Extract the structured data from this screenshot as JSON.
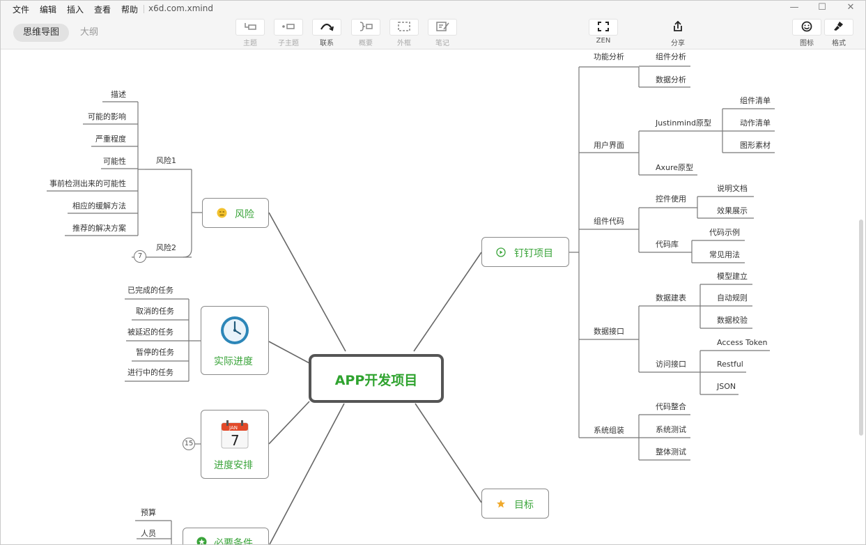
{
  "menu": {
    "items": [
      "文件",
      "编辑",
      "插入",
      "查看",
      "帮助"
    ],
    "file_name": "x6d.com.xmind"
  },
  "window_controls": {
    "minimize": "—",
    "maximize": "☐",
    "close": "✕"
  },
  "view_tabs": {
    "mindmap": "思维导图",
    "outline": "大纲"
  },
  "toolbar": {
    "topic": "主题",
    "subtopic": "子主题",
    "relation": "联系",
    "summary": "概要",
    "boundary": "外框",
    "note": "笔记",
    "zen": "ZEN",
    "share": "分享",
    "icon": "图标",
    "format": "格式"
  },
  "map": {
    "center": "APP开发项目",
    "risk": {
      "title": "风险",
      "risk1": "风险1",
      "risk1_children": [
        "描述",
        "可能的影响",
        "严重程度",
        "可能性",
        "事前检测出来的可能性",
        "相应的缓解方法",
        "推荐的解决方案"
      ],
      "risk2": "风险2",
      "risk2_badge": "7"
    },
    "progress": {
      "title": "实际进度",
      "children": [
        "已完成的任务",
        "取消的任务",
        "被延迟的任务",
        "暂停的任务",
        "进行中的任务"
      ]
    },
    "schedule": {
      "title": "进度安排",
      "badge": "15",
      "calendar_month": "JAN",
      "calendar_day": "7"
    },
    "requirements": {
      "title": "必要条件",
      "children": [
        "预算",
        "人员"
      ]
    },
    "goal": {
      "title": "目标"
    },
    "dingding": {
      "title": "钉钉项目",
      "func": {
        "label": "功能分析",
        "children": [
          "组件分析",
          "数据分析"
        ]
      },
      "ui": {
        "label": "用户界面",
        "justinmind": "Justinmind原型",
        "justinmind_children": [
          "组件清单",
          "动作清单",
          "图形素材"
        ],
        "axure": "Axure原型"
      },
      "component": {
        "label": "组件代码",
        "control": "控件使用",
        "control_children": [
          "说明文档",
          "效果展示"
        ],
        "library": "代码库",
        "library_children": [
          "代码示例",
          "常见用法"
        ]
      },
      "data_api": {
        "label": "数据接口",
        "modeling": "数据建表",
        "modeling_children": [
          "模型建立",
          "自动规则",
          "数据校验"
        ],
        "access": "访问接口",
        "access_children": [
          "Access Token",
          "Restful",
          "JSON"
        ]
      },
      "integration": {
        "label": "系统组装",
        "children": [
          "代码整合",
          "系统测试",
          "整体测试"
        ]
      }
    }
  }
}
